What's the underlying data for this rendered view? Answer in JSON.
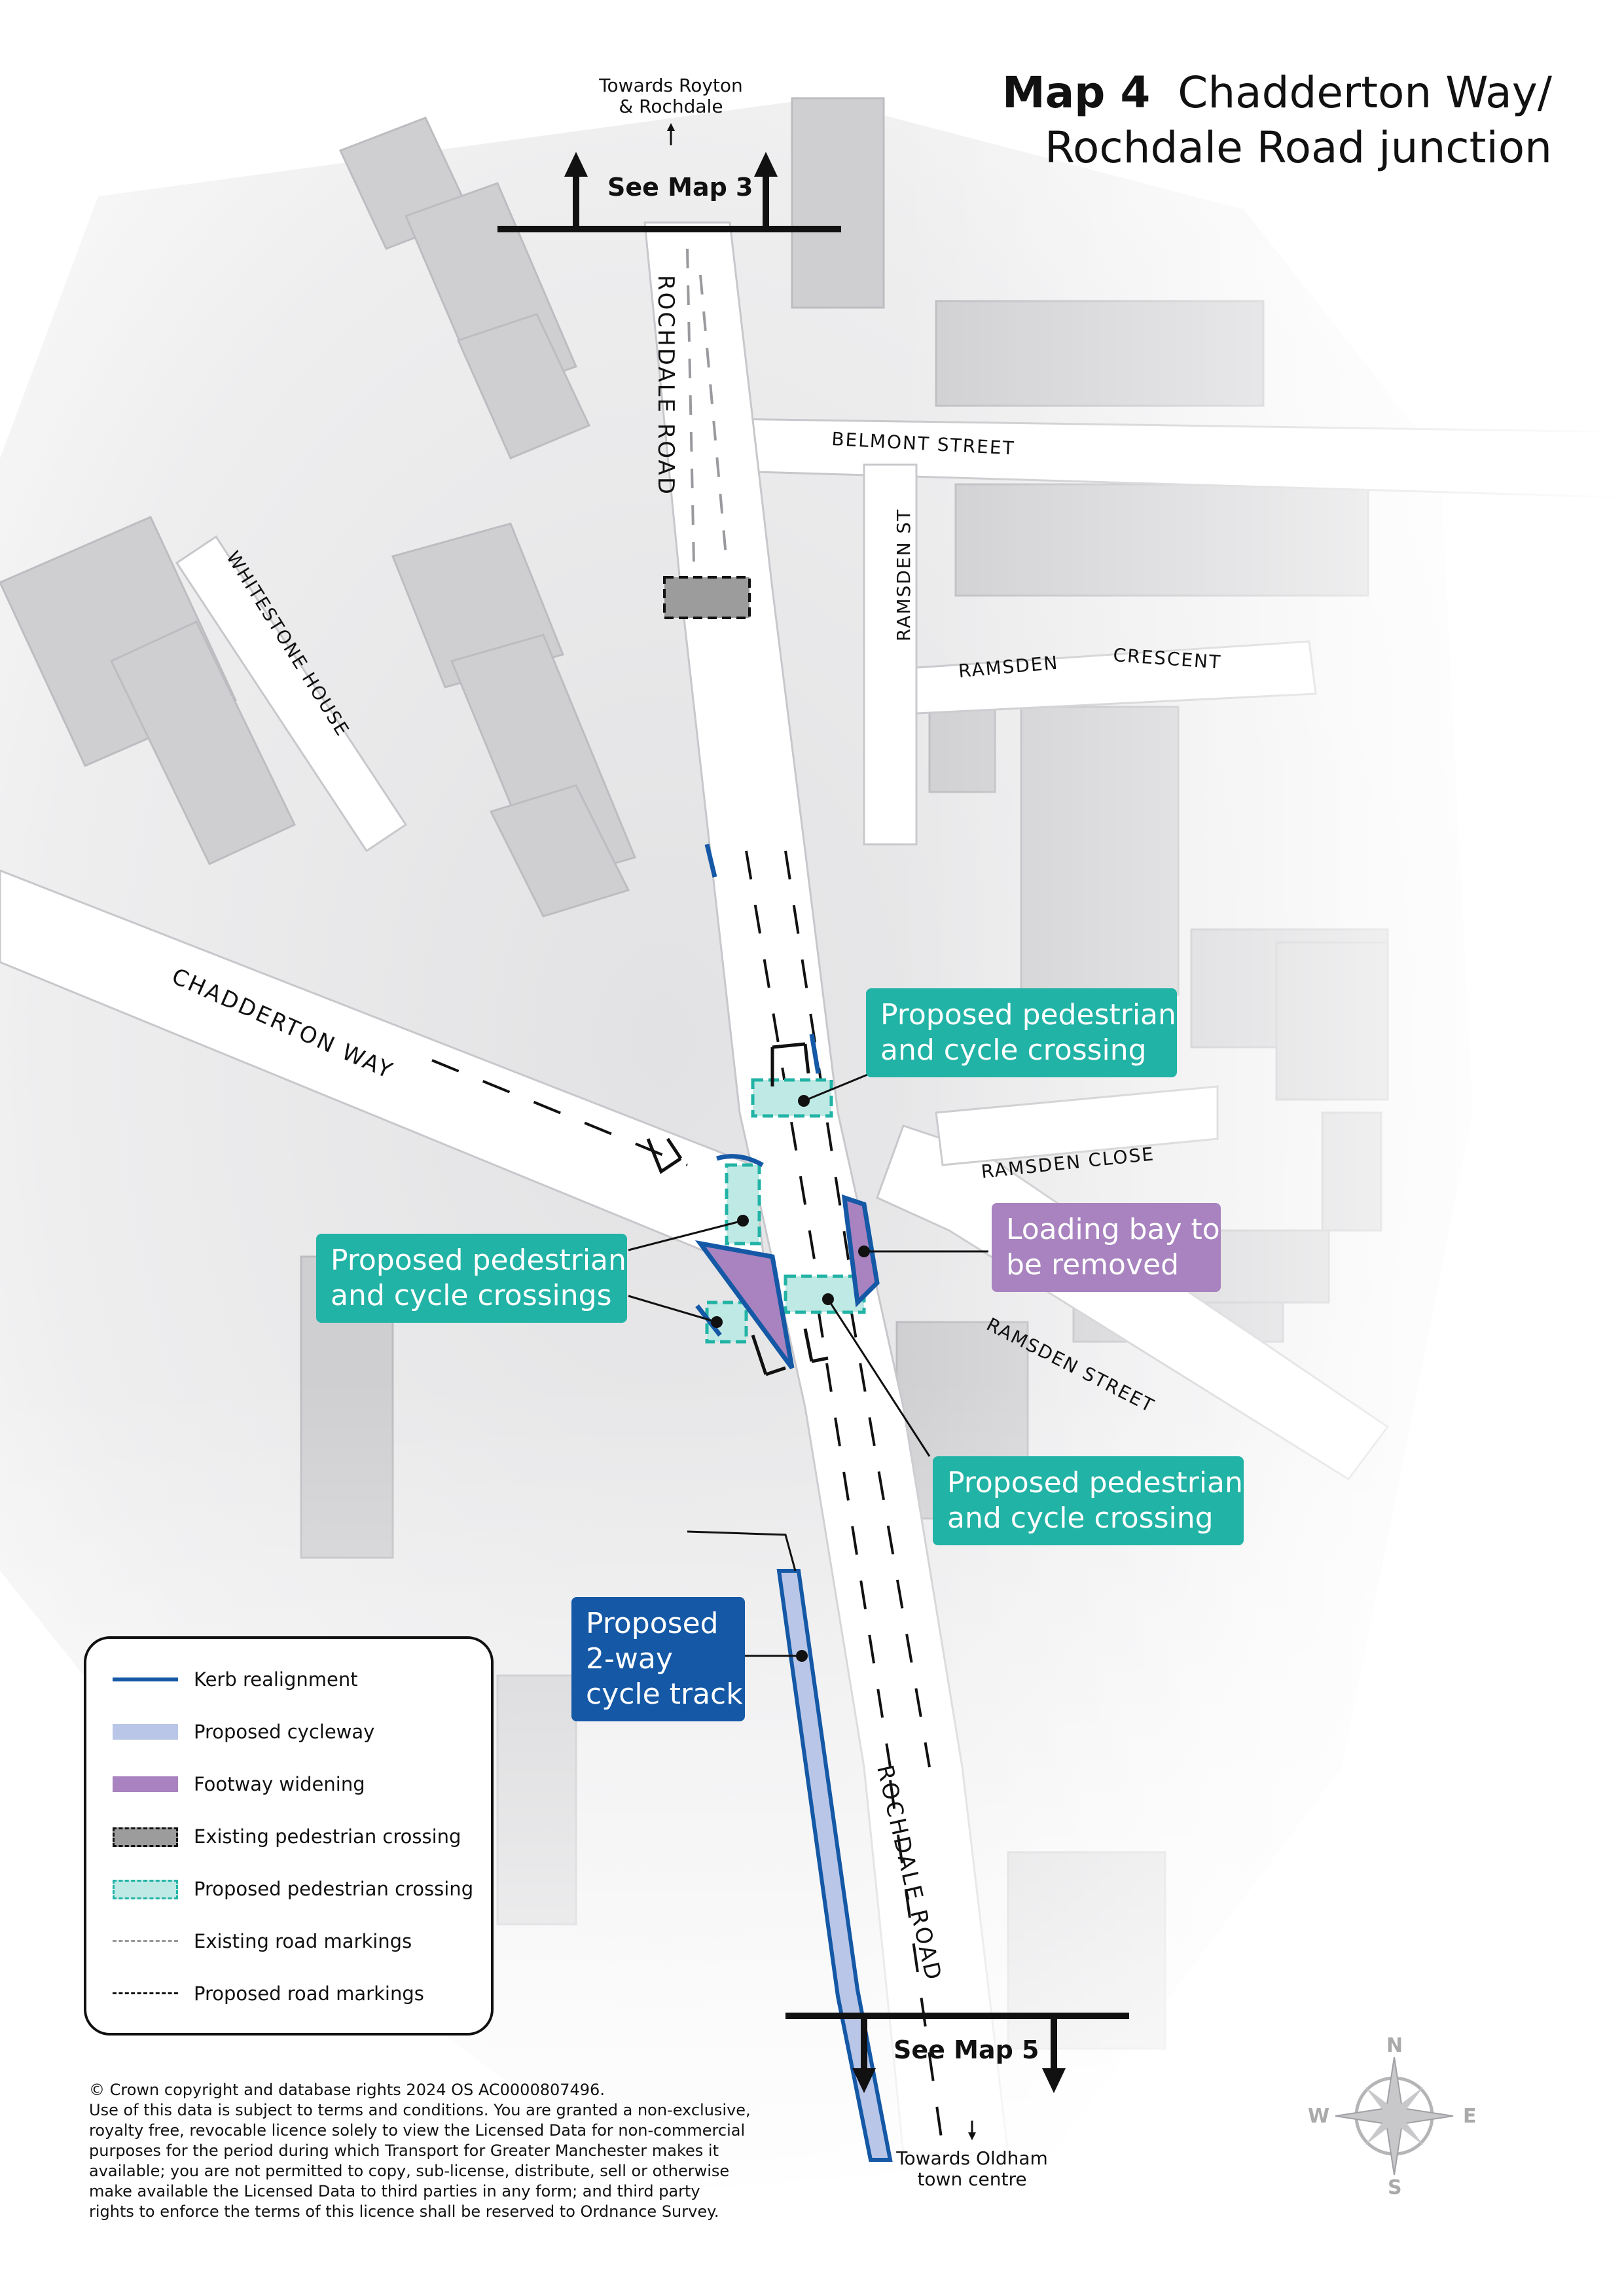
{
  "title": {
    "bold": "Map 4",
    "line1": "Chadderton Way/",
    "line2": "Rochdale Road junction"
  },
  "colors": {
    "kerb": "#1458a6",
    "cycleway": "#b9c6e8",
    "footway": "#a883bf",
    "existing_crossing": "#9c9c9c",
    "proposed_crossing": "#bfe9e4",
    "teal_callout": "#21b3a5",
    "purple_callout": "#a883bf",
    "blue_callout": "#1458a6"
  },
  "navigation": {
    "top_towards": [
      "Towards Royton",
      "& Rochdale"
    ],
    "top_see_map": "See Map 3",
    "bottom_see_map": "See Map 5",
    "bottom_towards": [
      "Towards Oldham",
      "town centre"
    ]
  },
  "streets": {
    "rochdale_road_north": "ROCHDALE ROAD",
    "rochdale_road_south": "ROCHDALE ROAD",
    "chadderton_way": "CHADDERTON WAY",
    "belmont_street": "BELMONT  STREET",
    "ramsden_st": "RAMSDEN ST",
    "ramsden_crescent_a": "RAMSDEN",
    "ramsden_crescent_b": "CRESCENT",
    "ramsden_close": "RAMSDEN CLOSE",
    "ramsden_street": "RAMSDEN STREET",
    "whitestone_house": "WHITESTONE HOUSE"
  },
  "callouts": {
    "crossing_north": [
      "Proposed pedestrian",
      "and cycle crossing"
    ],
    "crossings_west": [
      "Proposed pedestrian",
      "and cycle crossings"
    ],
    "loading_bay": [
      "Loading bay to",
      "be removed"
    ],
    "crossing_south": [
      "Proposed pedestrian",
      "and cycle crossing"
    ],
    "cycle_track": [
      "Proposed",
      "2-way",
      "cycle track"
    ]
  },
  "legend": [
    {
      "label": "Kerb realignment",
      "symbol": "kerb-line"
    },
    {
      "label": "Proposed cycleway",
      "symbol": "cycleway-band"
    },
    {
      "label": "Footway widening",
      "symbol": "footway-band"
    },
    {
      "label": "Existing pedestrian crossing",
      "symbol": "grey-dashed-box"
    },
    {
      "label": "Proposed pedestrian crossing",
      "symbol": "teal-dashed-box"
    },
    {
      "label": "Existing road markings",
      "symbol": "grey-dashes"
    },
    {
      "label": "Proposed road markings",
      "symbol": "black-dashes"
    }
  ],
  "compass": {
    "n": "N",
    "e": "E",
    "s": "S",
    "w": "W"
  },
  "copyright": [
    "© Crown copyright and database rights 2024 OS AC0000807496.",
    "Use of this data is subject to terms and conditions. You are granted a non-exclusive,",
    "royalty free, revocable licence solely to view the Licensed Data for non-commercial",
    "purposes for the period during which Transport for Greater Manchester makes it",
    "available; you are not permitted to copy, sub-license, distribute, sell or otherwise",
    "make available the Licensed Data to third parties in any form; and third party",
    "rights to enforce the terms of this licence shall be reserved to Ordnance Survey."
  ]
}
